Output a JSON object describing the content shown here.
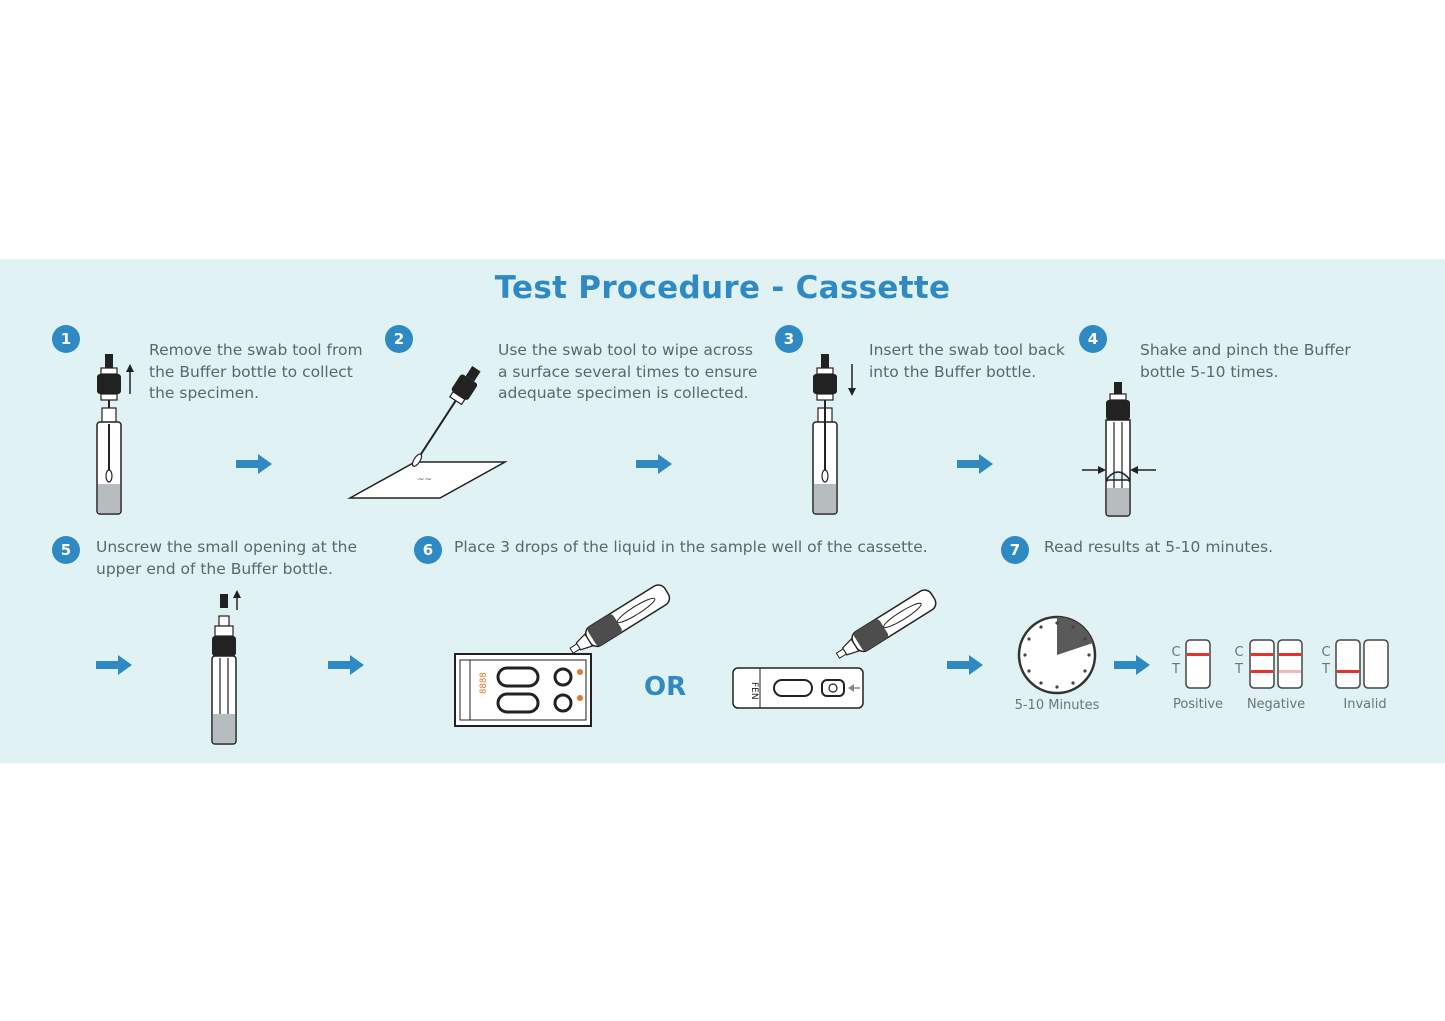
{
  "title": "Test Procedure - Cassette",
  "accent_color": "#2f8ac4",
  "background_color": "#e0f2f4",
  "steps": [
    {
      "num": "1",
      "text": "Remove the swab tool from\nthe Buffer bottle to collect\nthe specimen."
    },
    {
      "num": "2",
      "text": "Use the swab tool to wipe across\na surface several times to ensure\nadequate specimen is collected."
    },
    {
      "num": "3",
      "text": "Insert the swab tool back\ninto the Buffer bottle."
    },
    {
      "num": "4",
      "text": "Shake and pinch the Buffer\nbottle 5-10 times."
    },
    {
      "num": "5",
      "text": "Unscrew the small opening at the\nupper end of the Buffer bottle."
    },
    {
      "num": "6",
      "text": "Place 3 drops of the liquid in the sample well of the cassette."
    },
    {
      "num": "7",
      "text": "Read results at 5-10 minutes."
    }
  ],
  "or_label": "OR",
  "timer_label": "5-10 Minutes",
  "results": {
    "c_label": "C",
    "t_label": "T",
    "positive": "Positive",
    "negative": "Negative",
    "invalid": "Invalid",
    "line_color": "#e8312b"
  },
  "icons": [
    "buffer-bottle-icon",
    "swab-tool-icon",
    "cassette-icon",
    "timer-icon",
    "arrow-right-icon"
  ]
}
